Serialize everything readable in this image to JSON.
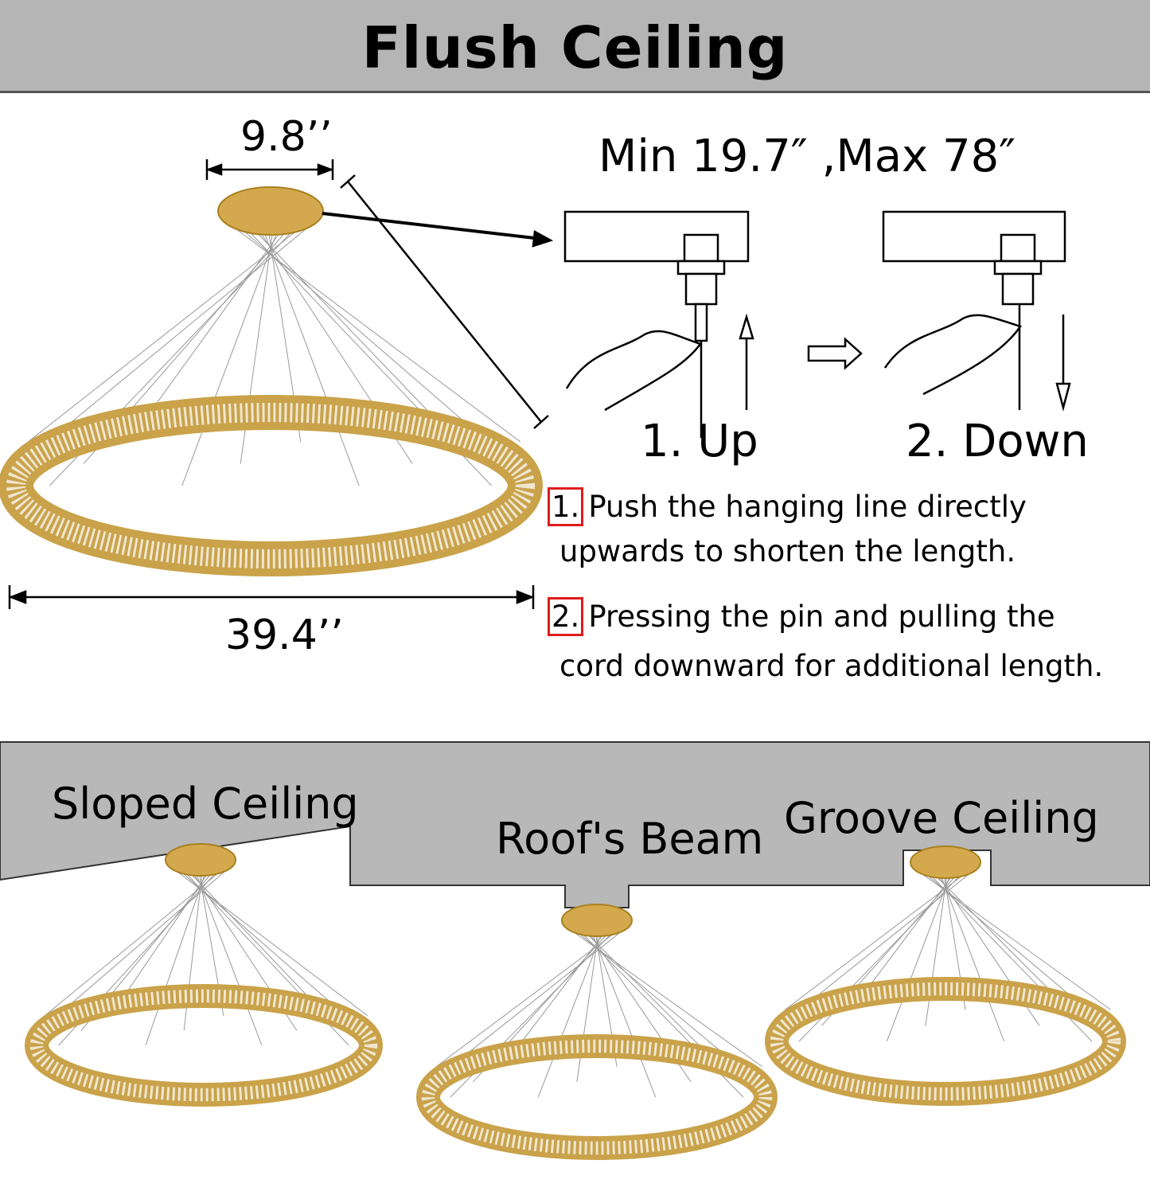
{
  "header": {
    "title": "Flush Ceiling"
  },
  "dimensions": {
    "canopy_width": "9.8’’",
    "ring_diameter": "39.4’’"
  },
  "adjustment": {
    "range_label": "Min 19.7″  ,Max 78″",
    "steps": [
      {
        "label": "1. Up",
        "direction": "up"
      },
      {
        "label": "2. Down",
        "direction": "down"
      }
    ],
    "instructions": [
      {
        "number": "1.",
        "line1": "Push the hanging line directly",
        "line2": "upwards to shorten the length."
      },
      {
        "number": "2.",
        "line1": "Pressing the pin and pulling the",
        "line2": "cord downward for additional length."
      }
    ]
  },
  "installations": [
    {
      "label": "Sloped Ceiling"
    },
    {
      "label": "Roof's Beam"
    },
    {
      "label": "Groove Ceiling"
    }
  ],
  "colors": {
    "band": "#b5b5b5",
    "highlight": "#e01b1b",
    "gold": "#c9a24a"
  }
}
